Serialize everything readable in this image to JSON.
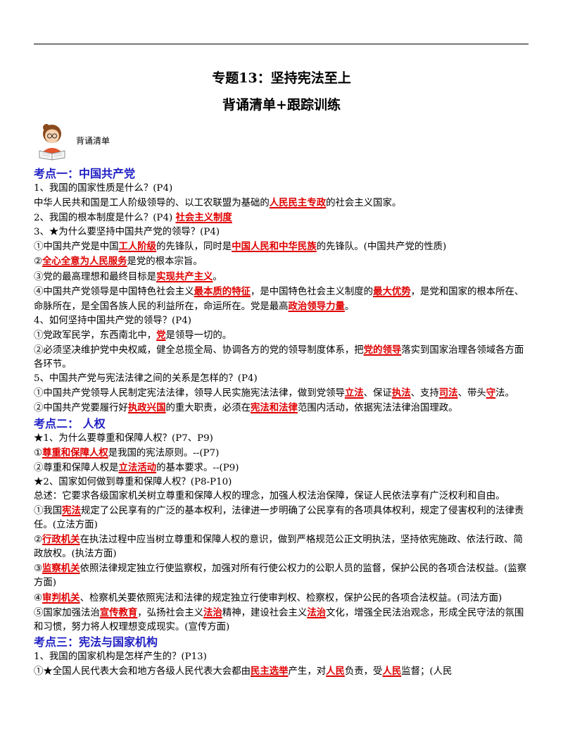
{
  "header": {
    "title": "专题13：坚持宪法至上",
    "subtitle": "背诵清单+跟踪训练",
    "section_label": "背诵清单",
    "avatar_icon": "reading-girl-icon"
  },
  "colors": {
    "section": "#1f1fc4",
    "highlight": "#e00000",
    "text": "#000000"
  },
  "lines": [
    {
      "type": "section",
      "parts": [
        [
          "考点一：中国共产党",
          0
        ]
      ]
    },
    {
      "type": "text",
      "parts": [
        [
          "1、我国的国家性质是什么？(P4)",
          0
        ]
      ]
    },
    {
      "type": "text",
      "parts": [
        [
          "中华人民共和国是工人阶级领导的、以工农联盟为基础的",
          0
        ],
        [
          "人民民主专政",
          1
        ],
        [
          "的社会主义国家。",
          0
        ]
      ]
    },
    {
      "type": "text",
      "parts": [
        [
          "2、我国的根本制度是什么？(P4)  ",
          0
        ],
        [
          "社会主义制度",
          1
        ]
      ]
    },
    {
      "type": "text",
      "parts": [
        [
          "3、★为什么要坚持中国共产党的领导？(P4)",
          0
        ]
      ]
    },
    {
      "type": "text",
      "parts": [
        [
          "①中国共产党是中国",
          0
        ],
        [
          "工人阶级",
          1
        ],
        [
          "的先锋队，同时是",
          0
        ],
        [
          "中国人民和中华民族",
          1
        ],
        [
          "的先锋队。(中国共产党的性质)",
          0
        ]
      ]
    },
    {
      "type": "text",
      "parts": [
        [
          "②",
          0
        ],
        [
          "全心全意为人民服务",
          1
        ],
        [
          "是党的根本宗旨。",
          0
        ]
      ]
    },
    {
      "type": "text",
      "parts": [
        [
          "③党的最高理想和最终目标是",
          0
        ],
        [
          "实现共产主义",
          1
        ],
        [
          "。",
          0
        ]
      ]
    },
    {
      "type": "text",
      "parts": [
        [
          "④中国共产党领导是中国特色社会主义",
          0
        ],
        [
          "最本质的特征",
          1
        ],
        [
          "，是中国特色社会主义制度的",
          0
        ],
        [
          "最大优势",
          1
        ],
        [
          "，是党和国家的根本所在、命脉所在，是全国各族人民的利益所在，命运所在。党是最高",
          0
        ],
        [
          "政治领导力量",
          1
        ],
        [
          "。",
          0
        ]
      ]
    },
    {
      "type": "text",
      "parts": [
        [
          "4、如何坚持中国共产党的领导？(P4)",
          0
        ]
      ]
    },
    {
      "type": "text",
      "parts": [
        [
          "①党政军民学，东西南北中，",
          0
        ],
        [
          "党",
          1
        ],
        [
          "是领导一切的。",
          0
        ]
      ]
    },
    {
      "type": "text",
      "parts": [
        [
          "②必须坚决维护党中央权威，健全总揽全局、协调各方的党的领导制度体系，把",
          0
        ],
        [
          "党的领导",
          1
        ],
        [
          "落实到国家治理各领域各方面各环节。",
          0
        ]
      ]
    },
    {
      "type": "text",
      "parts": [
        [
          "5、中国共产党与宪法法律之间的关系是怎样的？(P4)",
          0
        ]
      ]
    },
    {
      "type": "text",
      "parts": [
        [
          "①中国共产党领导人民制定宪法法律，领导人民实施宪法法律，做到党领导",
          0
        ],
        [
          "立法",
          1
        ],
        [
          "、保证",
          0
        ],
        [
          "执法",
          1
        ],
        [
          "、支持",
          0
        ],
        [
          "司法",
          1
        ],
        [
          "、带头",
          0
        ],
        [
          "守",
          1
        ],
        [
          "法。",
          0
        ]
      ]
    },
    {
      "type": "text",
      "parts": [
        [
          "②中国共产党要履行好",
          0
        ],
        [
          "执政兴国",
          1
        ],
        [
          "的重大职责，必须在",
          0
        ],
        [
          "宪法和法律",
          1
        ],
        [
          "范围内活动，依据宪法法律治国理政。",
          0
        ]
      ]
    },
    {
      "type": "section",
      "parts": [
        [
          "考点二：  人权",
          0
        ]
      ]
    },
    {
      "type": "text",
      "parts": [
        [
          "★1、为什么要尊重和保障人权？(P7、P9)",
          0
        ]
      ]
    },
    {
      "type": "text",
      "parts": [
        [
          "①",
          0
        ],
        [
          "尊重和保障人权",
          1
        ],
        [
          "是我国的宪法原则。--(P7)",
          0
        ]
      ]
    },
    {
      "type": "text",
      "parts": [
        [
          "②尊重和保障人权是",
          0
        ],
        [
          "立法活动",
          1
        ],
        [
          "的基本要求。--(P9)",
          0
        ]
      ]
    },
    {
      "type": "text",
      "parts": [
        [
          "★2、国家如何做到尊重和保障人权？(P8-P10)",
          0
        ]
      ]
    },
    {
      "type": "text",
      "parts": [
        [
          "总述：它要求各级国家机关树立尊重和保障人权的理念，加强人权法治保障，保证人民依法享有广泛权利和自由。",
          0
        ]
      ]
    },
    {
      "type": "text",
      "parts": [
        [
          "①我国",
          0
        ],
        [
          "宪法",
          1
        ],
        [
          "规定了公民享有的广泛的基本权利，法律进一步明确了公民享有的各项具体权利，规定了侵害权利的法律责任。(立法方面)",
          0
        ]
      ]
    },
    {
      "type": "text",
      "parts": [
        [
          "②",
          0
        ],
        [
          "行政机关",
          1
        ],
        [
          "在执法过程中应当树立尊重和保障人权的意识，做到严格规范公正文明执法，坚持依宪施政、依法行政、简政放权。(执法方面)",
          0
        ]
      ]
    },
    {
      "type": "text",
      "parts": [
        [
          "③",
          0
        ],
        [
          "监察机关",
          1
        ],
        [
          "依照法律规定独立行使监察权，加强对所有行使公权力的公职人员的监督，保护公民的各项合法权益。(监察方面)",
          0
        ]
      ]
    },
    {
      "type": "text",
      "parts": [
        [
          "④",
          0
        ],
        [
          "审判机关",
          1
        ],
        [
          "、检察机关要依照宪法和法律的规定独立行使审判权、检察权，保护公民的各项合法权益。(司法方面)",
          0
        ]
      ]
    },
    {
      "type": "text",
      "parts": [
        [
          "⑤国家加强法治",
          0
        ],
        [
          "宣传教育",
          1
        ],
        [
          "，弘扬社会主义",
          0
        ],
        [
          "法治",
          1
        ],
        [
          "精神，建设社会主义",
          0
        ],
        [
          "法治",
          1
        ],
        [
          "文化，增强全民法治观念，形成全民守法的氛围和习惯，努力将人权理想变成现实。(宣传方面)",
          0
        ]
      ]
    },
    {
      "type": "section",
      "parts": [
        [
          "考点三：宪法与国家机构",
          0
        ]
      ]
    },
    {
      "type": "text",
      "parts": [
        [
          "1、我国的国家机构是怎样产生的？(P13)",
          0
        ]
      ]
    },
    {
      "type": "text",
      "parts": [
        [
          "①★全国人民代表大会和地方各级人民代表大会都由",
          0
        ],
        [
          "民主选举",
          1
        ],
        [
          "产生，对",
          0
        ],
        [
          "人民",
          1
        ],
        [
          "负责，受",
          0
        ],
        [
          "人民",
          1
        ],
        [
          "监督；(人民",
          0
        ]
      ]
    }
  ]
}
